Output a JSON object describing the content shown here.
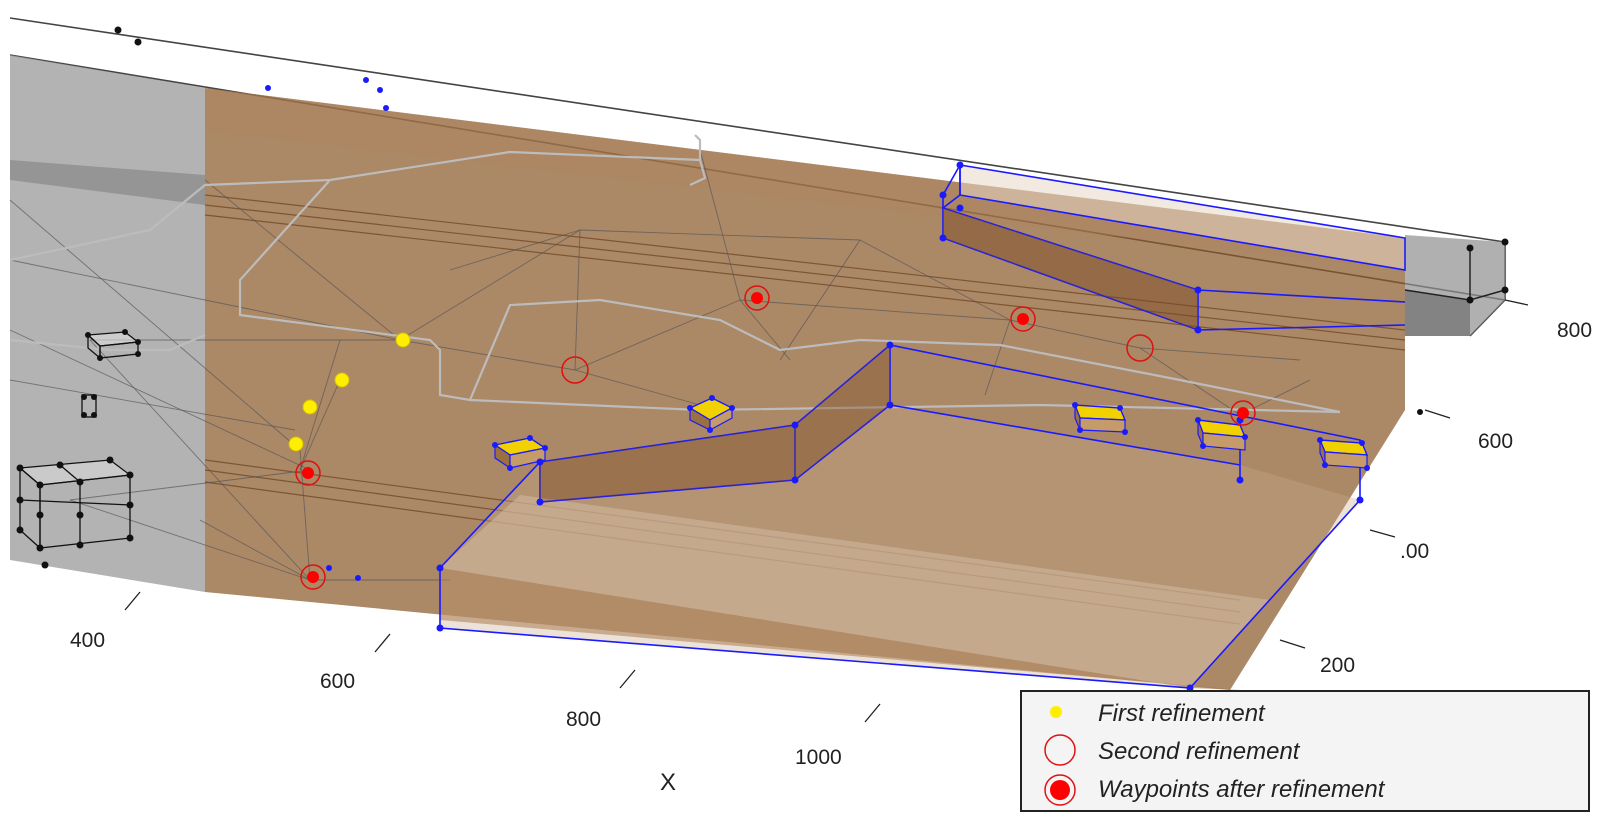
{
  "axes": {
    "x_title": "X",
    "x_ticks": [
      "400",
      "600",
      "800",
      "1000"
    ],
    "y_ticks": [
      "800",
      "600",
      ".00",
      "200"
    ]
  },
  "legend": {
    "first_refinement": "First refinement",
    "second_refinement": "Second refinement",
    "waypoints_after_refinement": "Waypoints after refinement"
  },
  "colors": {
    "terrain": "#8b5a2b",
    "obstacle_edge": "#1a1aff",
    "first_refinement": "#ffee00",
    "second_refinement": "#e01010",
    "waypoint": "#ff0000",
    "mesh_line": "#555555",
    "path_line": "#b8b8b8"
  }
}
